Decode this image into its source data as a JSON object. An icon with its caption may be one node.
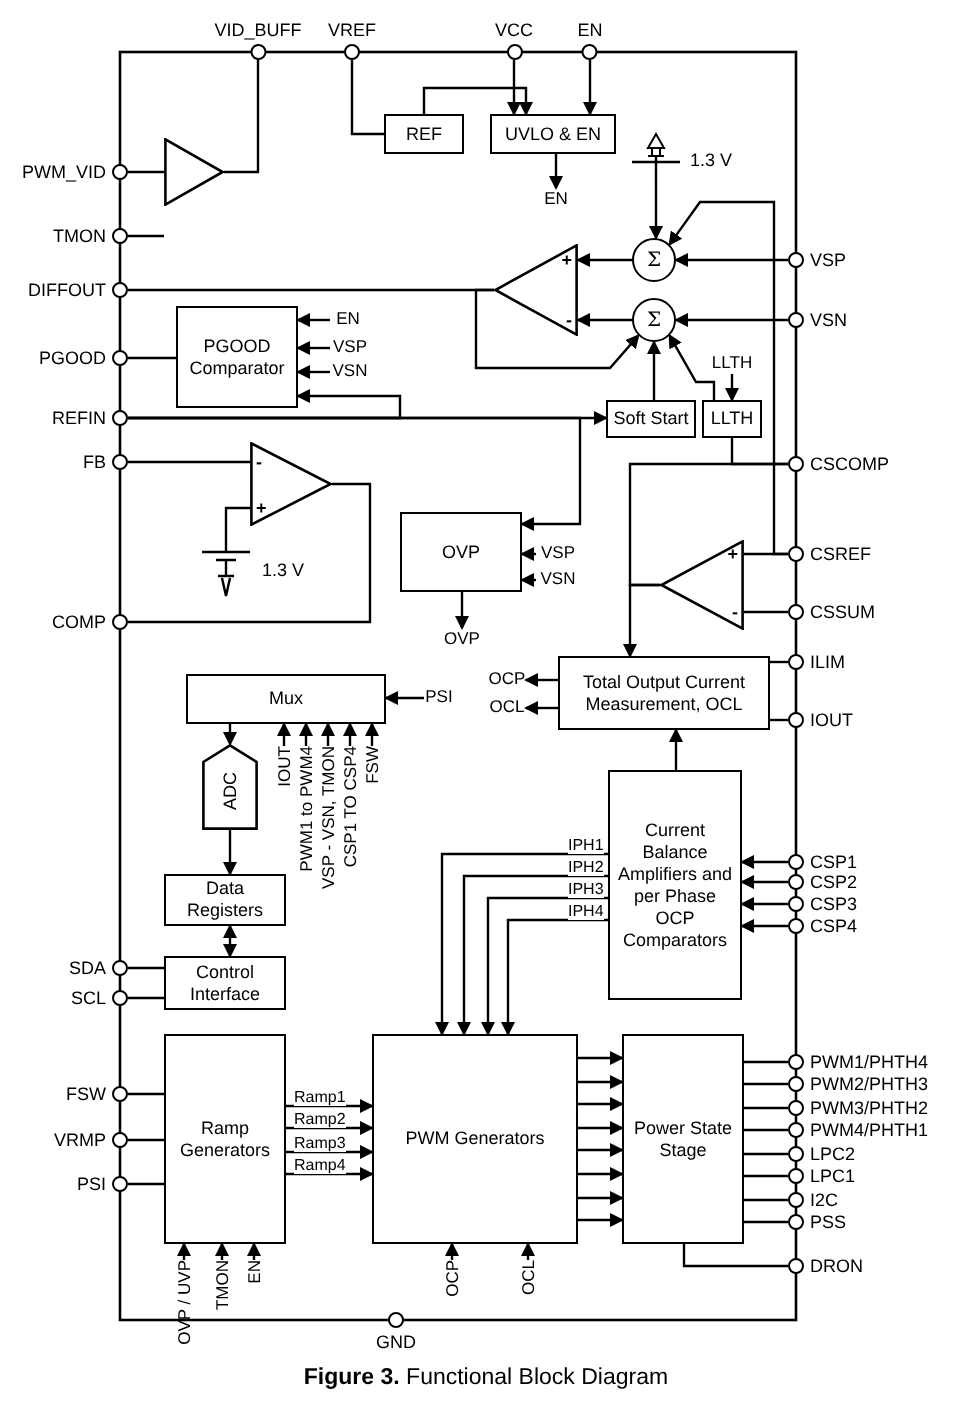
{
  "diagram": {
    "caption": "**Figure 3.** Functional Block Diagram",
    "nodes": [
      {
        "text": [
          "VID_BUFF"
        ]
      },
      {
        "text": [
          "VREF"
        ]
      },
      {
        "text": [
          "VCC"
        ]
      },
      {
        "text": [
          "EN"
        ]
      },
      {
        "text": [
          "PWM_VID"
        ]
      },
      {
        "text": [
          "TMON"
        ]
      },
      {
        "text": [
          "DIFFOUT"
        ]
      },
      {
        "text": [
          "PGOOD"
        ]
      },
      {
        "text": [
          "REFIN"
        ]
      },
      {
        "text": [
          "FB"
        ]
      },
      {
        "text": [
          "COMP"
        ]
      },
      {
        "text": [
          "SDA"
        ]
      },
      {
        "text": [
          "SCL"
        ]
      },
      {
        "text": [
          "FSW"
        ]
      },
      {
        "text": [
          "VRMP"
        ]
      },
      {
        "text": [
          "PSI"
        ]
      },
      {
        "text": [
          "VSP"
        ]
      },
      {
        "text": [
          "VSN"
        ]
      },
      {
        "text": [
          "CSCOMP"
        ]
      },
      {
        "text": [
          "CSREF"
        ]
      },
      {
        "text": [
          "CSSUM"
        ]
      },
      {
        "text": [
          "ILIM"
        ]
      },
      {
        "text": [
          "IOUT"
        ]
      },
      {
        "text": [
          "CSP1"
        ]
      },
      {
        "text": [
          "CSP2"
        ]
      },
      {
        "text": [
          "CSP3"
        ]
      },
      {
        "text": [
          "CSP4"
        ]
      },
      {
        "text": [
          "PWM1/PHTH4"
        ]
      },
      {
        "text": [
          "PWM2/PHTH3"
        ]
      },
      {
        "text": [
          "PWM3/PHTH2"
        ]
      },
      {
        "text": [
          "PWM4/PHTH1"
        ]
      },
      {
        "text": [
          "LPC2"
        ]
      },
      {
        "text": [
          "LPC1"
        ]
      },
      {
        "text": [
          "I2C"
        ]
      },
      {
        "text": [
          "PSS"
        ]
      },
      {
        "text": [
          "DRON"
        ]
      },
      {
        "text": [
          "GND"
        ]
      },
      {
        "text": [
          "REF"
        ]
      },
      {
        "text": [
          "UVLO & EN"
        ]
      },
      {
        "text": [
          "EN"
        ]
      },
      {
        "text": [],
        "shape": "triangle"
      },
      {
        "text": [
          "1.3 V"
        ]
      },
      {
        "text": [
          "Σ"
        ]
      },
      {
        "text": [
          "Σ"
        ]
      },
      {
        "text": [
          "+",
          "-"
        ]
      },
      {
        "text": [
          "PGOOD Comparator"
        ]
      },
      {
        "text": [
          "EN"
        ]
      },
      {
        "text": [
          "VSP"
        ]
      },
      {
        "text": [
          "VSN"
        ]
      },
      {
        "text": [
          "Soft Start"
        ]
      },
      {
        "text": [
          "LLTH"
        ]
      },
      {
        "text": [
          "LLTH"
        ]
      },
      {
        "text": [
          "-",
          "+"
        ]
      },
      {
        "text": [
          "1.3 V"
        ]
      },
      {
        "text": [
          "OVP"
        ]
      },
      {
        "text": [
          "VSP"
        ]
      },
      {
        "text": [
          "VSN"
        ]
      },
      {
        "text": [
          "OVP"
        ]
      },
      {
        "text": [
          "+",
          "-"
        ]
      },
      {
        "text": [
          "Total Output Current Measurement, OCL"
        ]
      },
      {
        "text": [
          "OCP"
        ]
      },
      {
        "text": [
          "OCL"
        ]
      },
      {
        "text": [
          "Mux"
        ]
      },
      {
        "text": [
          "PSI"
        ]
      },
      {
        "text": [
          "IOUT"
        ]
      },
      {
        "text": [
          "PWM1 to PWM4"
        ]
      },
      {
        "text": [
          "VSP - VSN, TMON"
        ]
      },
      {
        "text": [
          "CSP1 TO CSP4"
        ]
      },
      {
        "text": [
          "FSW"
        ]
      },
      {
        "text": [
          "ADC"
        ]
      },
      {
        "text": [
          "Data Registers"
        ]
      },
      {
        "text": [
          "Control Interface"
        ]
      },
      {
        "text": [
          "Current Balance Amplifiers and per Phase OCP Comparators"
        ]
      },
      {
        "text": [
          "Ramp Generators"
        ]
      },
      {
        "text": [
          "PWM Generators"
        ]
      },
      {
        "text": [
          "Power State Stage"
        ]
      },
      {
        "text": [
          "OVP / UVP"
        ]
      },
      {
        "text": [
          "TMON"
        ]
      },
      {
        "text": [
          "EN"
        ]
      },
      {
        "text": [
          "OCP"
        ]
      },
      {
        "text": [
          "OCL"
        ]
      }
    ],
    "edges": [
      {
        "from": 40,
        "to": 0,
        "arrow": "none"
      },
      {
        "from": 4,
        "to": 40,
        "arrow": "none"
      },
      {
        "from": 5,
        "to": null,
        "arrow": "none"
      },
      {
        "from": 1,
        "to": 37,
        "arrow": "none"
      },
      {
        "from": 2,
        "to": 38,
        "arrow": "to"
      },
      {
        "from": 3,
        "to": 38,
        "arrow": "to"
      },
      {
        "from": 37,
        "to": 38,
        "arrow": "to"
      },
      {
        "from": 38,
        "to": 39,
        "arrow": "to"
      },
      {
        "from": 41,
        "to": 42,
        "arrow": "to"
      },
      {
        "from": 16,
        "to": 42,
        "arrow": "to"
      },
      {
        "from": 17,
        "to": 43,
        "arrow": "to"
      },
      {
        "from": 42,
        "to": 44,
        "arrow": "to"
      },
      {
        "from": 43,
        "to": 44,
        "arrow": "to"
      },
      {
        "from": 44,
        "to": 6,
        "arrow": "none"
      },
      {
        "from": 44,
        "to": 43,
        "arrow": "to"
      },
      {
        "from": 49,
        "to": 43,
        "arrow": "to"
      },
      {
        "from": 50,
        "to": 43,
        "arrow": "to"
      },
      {
        "from": 19,
        "to": 42,
        "arrow": "to"
      },
      {
        "from": 51,
        "to": 50,
        "arrow": "to"
      },
      {
        "from": 8,
        "to": 49,
        "arrow": "to"
      },
      {
        "from": 8,
        "to": 45,
        "arrow": "to"
      },
      {
        "from": 8,
        "to": 54,
        "arrow": "to"
      },
      {
        "from": 46,
        "to": 45,
        "arrow": "to"
      },
      {
        "from": 47,
        "to": 45,
        "arrow": "to"
      },
      {
        "from": 48,
        "to": 45,
        "arrow": "to"
      },
      {
        "from": 45,
        "to": 7,
        "arrow": "none"
      },
      {
        "from": 9,
        "to": 52,
        "arrow": "none"
      },
      {
        "from": 53,
        "to": 52,
        "arrow": "none"
      },
      {
        "from": 52,
        "to": 10,
        "arrow": "none"
      },
      {
        "from": 55,
        "to": 54,
        "arrow": "to"
      },
      {
        "from": 56,
        "to": 54,
        "arrow": "to"
      },
      {
        "from": 54,
        "to": 57,
        "arrow": "to"
      },
      {
        "from": 18,
        "to": 50,
        "arrow": "none"
      },
      {
        "from": 19,
        "to": 58,
        "arrow": "none"
      },
      {
        "from": 20,
        "to": 58,
        "arrow": "none"
      },
      {
        "from": 58,
        "to": 18,
        "arrow": "none"
      },
      {
        "from": 58,
        "to": 59,
        "arrow": "to"
      },
      {
        "from": 21,
        "to": 59,
        "arrow": "none"
      },
      {
        "from": 22,
        "to": 59,
        "arrow": "none"
      },
      {
        "from": 59,
        "to": 60,
        "arrow": "to"
      },
      {
        "from": 59,
        "to": 61,
        "arrow": "to"
      },
      {
        "from": 72,
        "to": 59,
        "arrow": "to"
      },
      {
        "from": 23,
        "to": 72,
        "arrow": "to"
      },
      {
        "from": 24,
        "to": 72,
        "arrow": "to"
      },
      {
        "from": 25,
        "to": 72,
        "arrow": "to"
      },
      {
        "from": 26,
        "to": 72,
        "arrow": "to"
      },
      {
        "from": 63,
        "to": 62,
        "arrow": "to"
      },
      {
        "from": 64,
        "to": 62,
        "arrow": "to"
      },
      {
        "from": 65,
        "to": 62,
        "arrow": "to"
      },
      {
        "from": 66,
        "to": 62,
        "arrow": "to"
      },
      {
        "from": 67,
        "to": 62,
        "arrow": "to"
      },
      {
        "from": 68,
        "to": 62,
        "arrow": "to"
      },
      {
        "from": 62,
        "to": 69,
        "arrow": "to"
      },
      {
        "from": 69,
        "to": 70,
        "arrow": "to"
      },
      {
        "from": 70,
        "to": 71,
        "arrow": "both"
      },
      {
        "from": 11,
        "to": 71,
        "arrow": "none"
      },
      {
        "from": 12,
        "to": 71,
        "arrow": "none"
      },
      {
        "from": 13,
        "to": 73,
        "arrow": "none"
      },
      {
        "from": 14,
        "to": 73,
        "arrow": "none"
      },
      {
        "from": 15,
        "to": 73,
        "arrow": "none"
      },
      {
        "from": 73,
        "to": 74,
        "arrow": "to",
        "label": "Ramp1"
      },
      {
        "from": 73,
        "to": 74,
        "arrow": "to",
        "label": "Ramp2"
      },
      {
        "from": 73,
        "to": 74,
        "arrow": "to",
        "label": "Ramp3"
      },
      {
        "from": 73,
        "to": 74,
        "arrow": "to",
        "label": "Ramp4"
      },
      {
        "from": 72,
        "to": 74,
        "arrow": "to",
        "label": "IPH1"
      },
      {
        "from": 72,
        "to": 74,
        "arrow": "to",
        "label": "IPH2"
      },
      {
        "from": 72,
        "to": 74,
        "arrow": "to",
        "label": "IPH3"
      },
      {
        "from": 72,
        "to": 74,
        "arrow": "to",
        "label": "IPH4"
      },
      {
        "from": 74,
        "to": 75,
        "arrow": "to"
      },
      {
        "from": 74,
        "to": 75,
        "arrow": "to"
      },
      {
        "from": 74,
        "to": 75,
        "arrow": "to"
      },
      {
        "from": 74,
        "to": 75,
        "arrow": "to"
      },
      {
        "from": 74,
        "to": 75,
        "arrow": "to"
      },
      {
        "from": 74,
        "to": 75,
        "arrow": "to"
      },
      {
        "from": 74,
        "to": 75,
        "arrow": "to"
      },
      {
        "from": 74,
        "to": 75,
        "arrow": "to"
      },
      {
        "from": 75,
        "to": 27,
        "arrow": "none"
      },
      {
        "from": 75,
        "to": 28,
        "arrow": "none"
      },
      {
        "from": 75,
        "to": 29,
        "arrow": "none"
      },
      {
        "from": 75,
        "to": 30,
        "arrow": "none"
      },
      {
        "from": 75,
        "to": 31,
        "arrow": "none"
      },
      {
        "from": 75,
        "to": 32,
        "arrow": "none"
      },
      {
        "from": 75,
        "to": 33,
        "arrow": "none"
      },
      {
        "from": 75,
        "to": 34,
        "arrow": "none"
      },
      {
        "from": 75,
        "to": 35,
        "arrow": "none"
      },
      {
        "from": 76,
        "to": 73,
        "arrow": "to"
      },
      {
        "from": 77,
        "to": 73,
        "arrow": "to"
      },
      {
        "from": 78,
        "to": 73,
        "arrow": "to"
      },
      {
        "from": 79,
        "to": 74,
        "arrow": "to"
      },
      {
        "from": 80,
        "to": 74,
        "arrow": "to"
      }
    ]
  }
}
